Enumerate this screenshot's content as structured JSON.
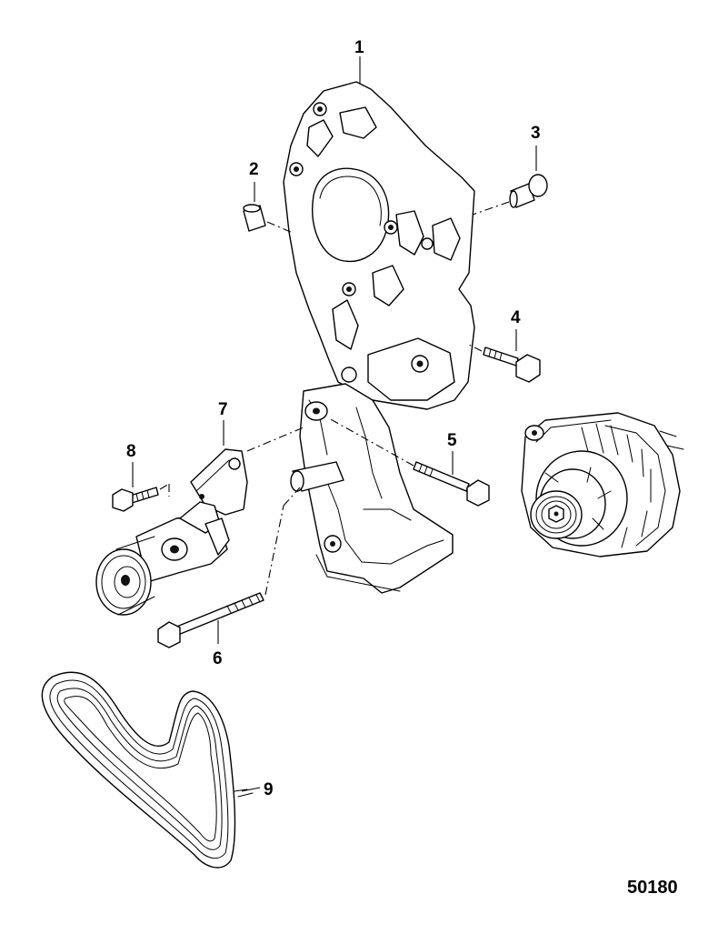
{
  "diagram": {
    "callouts": {
      "c1": "1",
      "c2": "2",
      "c3": "3",
      "c4": "4",
      "c5": "5",
      "c6": "6",
      "c7": "7",
      "c8": "8",
      "c9": "9"
    },
    "reference_number": "50180"
  }
}
